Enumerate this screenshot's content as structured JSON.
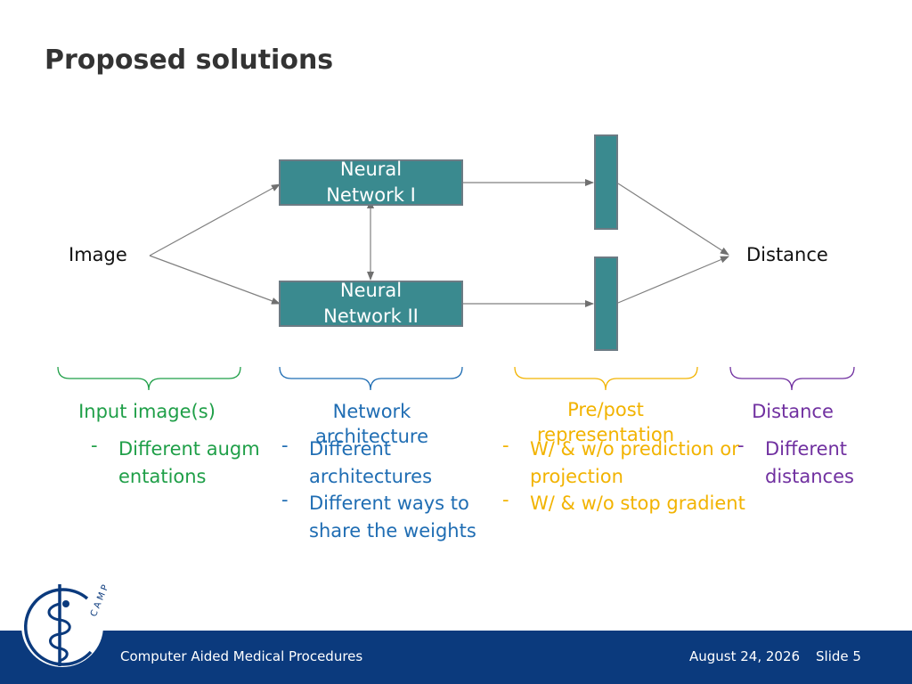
{
  "slide": {
    "title": "Proposed solutions",
    "image_label": "Image",
    "distance_label": "Distance",
    "nn1_label": "Neural\nNetwork I",
    "nn2_label": "Neural\nNetwork II"
  },
  "categories": [
    {
      "label": "Input image(s)",
      "color": "#1f9f48",
      "items": [
        "Different augmentations"
      ]
    },
    {
      "label": "Network architecture",
      "color": "#1f6db3",
      "items": [
        "Different architectures",
        "Different ways to share the weights"
      ]
    },
    {
      "label": "Pre/post representation",
      "color": "#f2b300",
      "items": [
        "W/ & w/o prediction or projection",
        "W/ & w/o stop gradient"
      ]
    },
    {
      "label": "Distance",
      "color": "#7030a0",
      "items": [
        "Different distances"
      ]
    }
  ],
  "bullet": "-",
  "colors": {
    "box_fill": "#3a8a8f",
    "footer_bg": "#0b3a7d",
    "arrow": "#808080"
  },
  "footer": {
    "institution": "Computer Aided Medical Procedures",
    "date": "August 24, 2026",
    "slide": "Slide 5"
  },
  "logo": {
    "icon": "camp-logo-icon",
    "text": "CAMP"
  }
}
